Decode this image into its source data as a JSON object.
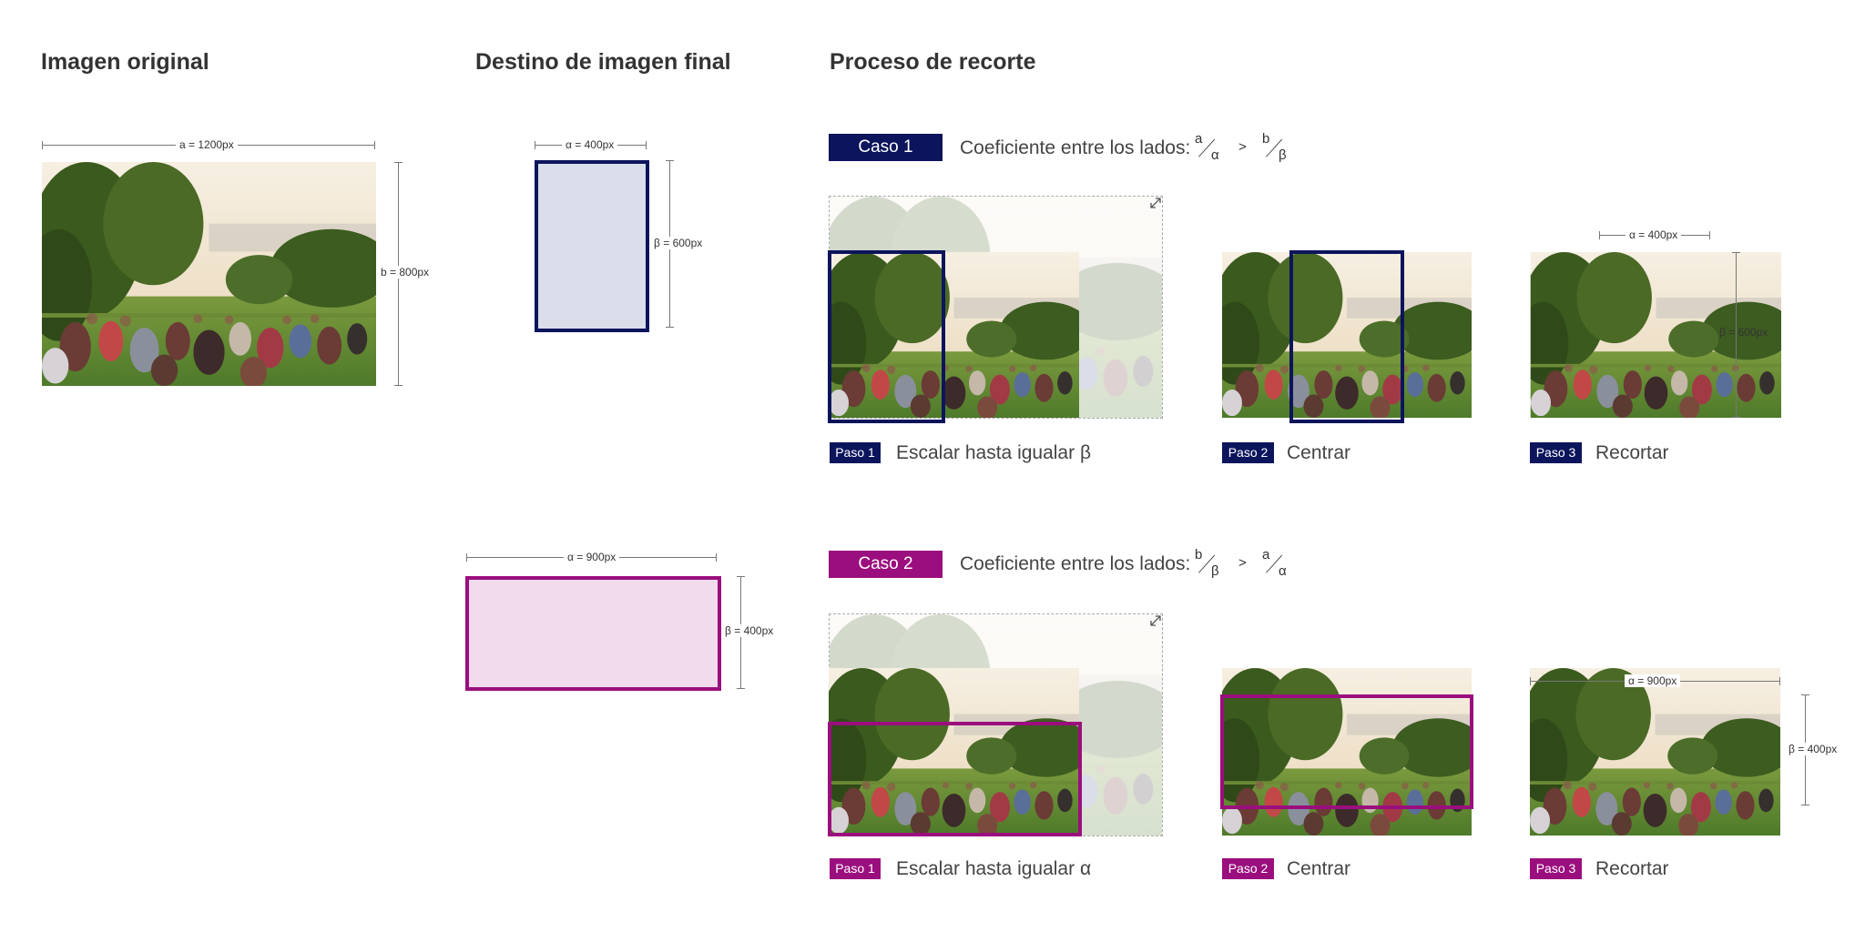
{
  "headings": {
    "original": "Imagen original",
    "destination": "Destino de imagen final",
    "process": "Proceso de recorte"
  },
  "original": {
    "width_label": "a = 1200px",
    "height_label": "b = 800px"
  },
  "dest1": {
    "width_label": "α = 400px",
    "height_label": "β = 600px"
  },
  "dest2": {
    "width_label": "α = 900px",
    "height_label": "β = 400px"
  },
  "colors": {
    "case1": "#0c145c",
    "case1_fill": "#d9deea",
    "case2": "#9b0e7e",
    "case2_fill": "#f2dbec",
    "sky": "#efe3cf",
    "grass": "#5f8a35",
    "tree": "#3f5f22",
    "crowd": "#6b3b35"
  },
  "case1": {
    "badge": "Caso 1",
    "coef_label": "Coeficiente entre los lados:",
    "left_frac": {
      "num": "a",
      "den": "α"
    },
    "gt": ">",
    "right_frac": {
      "num": "b",
      "den": "β"
    },
    "steps": [
      {
        "badge": "Paso 1",
        "label": "Escalar hasta igualar β"
      },
      {
        "badge": "Paso 2",
        "label": "Centrar"
      },
      {
        "badge": "Paso 3",
        "label": "Recortar"
      }
    ],
    "step3_width_label": "α = 400px",
    "step3_height_label": "β = 600px"
  },
  "case2": {
    "badge": "Caso 2",
    "coef_label": "Coeficiente entre los lados:",
    "left_frac": {
      "num": "b",
      "den": "β"
    },
    "gt": ">",
    "right_frac": {
      "num": "a",
      "den": "α"
    },
    "steps": [
      {
        "badge": "Paso 1",
        "label": "Escalar hasta igualar α"
      },
      {
        "badge": "Paso 2",
        "label": "Centrar"
      },
      {
        "badge": "Paso 3",
        "label": "Recortar"
      }
    ],
    "step3_width_label": "α = 900px",
    "step3_height_label": "β = 400px"
  }
}
